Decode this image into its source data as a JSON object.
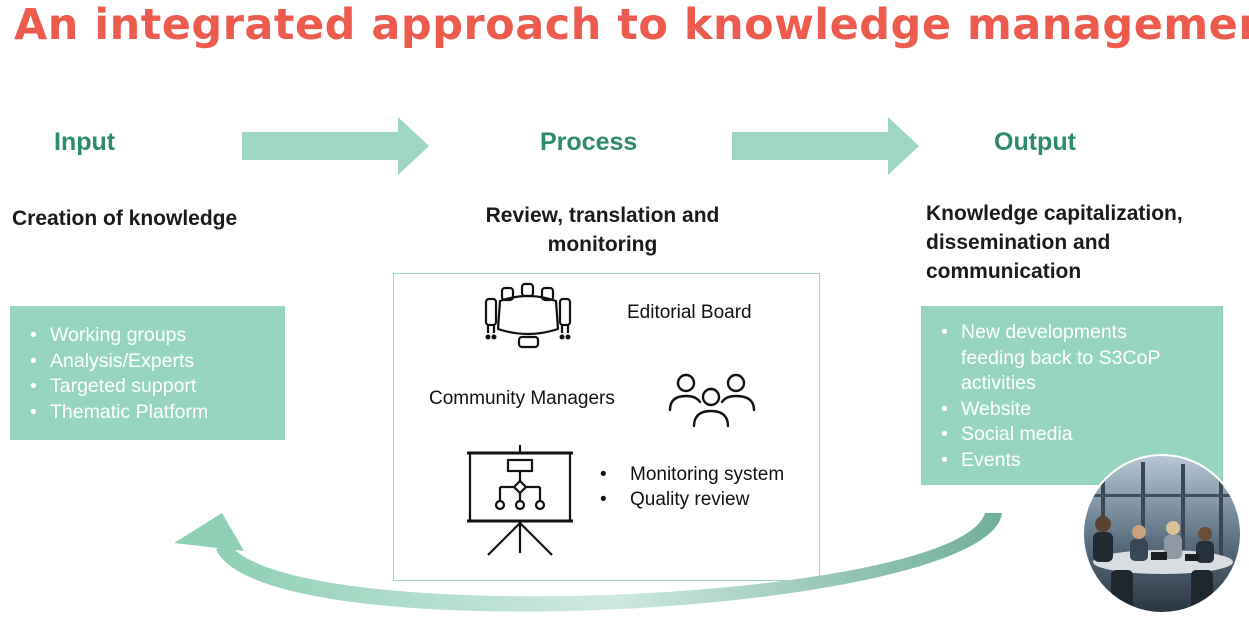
{
  "title": "An integrated approach to knowledge management",
  "stages": {
    "input": "Input",
    "process": "Process",
    "output": "Output"
  },
  "headings": {
    "input": "Creation of knowledge",
    "process_line1": "Review, translation and",
    "process_line2": "monitoring",
    "output_line1": "Knowledge capitalization,",
    "output_line2": "dissemination and",
    "output_line3": "communication"
  },
  "input_items": [
    "Working groups",
    "Analysis/Experts",
    "Targeted support",
    "Thematic Platform"
  ],
  "process": {
    "editorial_board": "Editorial Board",
    "community_managers": "Community Managers",
    "monitoring_items": [
      "Monitoring system",
      "Quality review"
    ]
  },
  "output_items": [
    "New developments",
    "feeding back to S3CoP",
    "activities",
    "Website",
    "Social media",
    "Events"
  ],
  "bullet": "•",
  "colors": {
    "title": "#ec5b4e",
    "stage": "#2e8a6a",
    "box": "#98d5be",
    "arrow": "#9fd6c1"
  }
}
